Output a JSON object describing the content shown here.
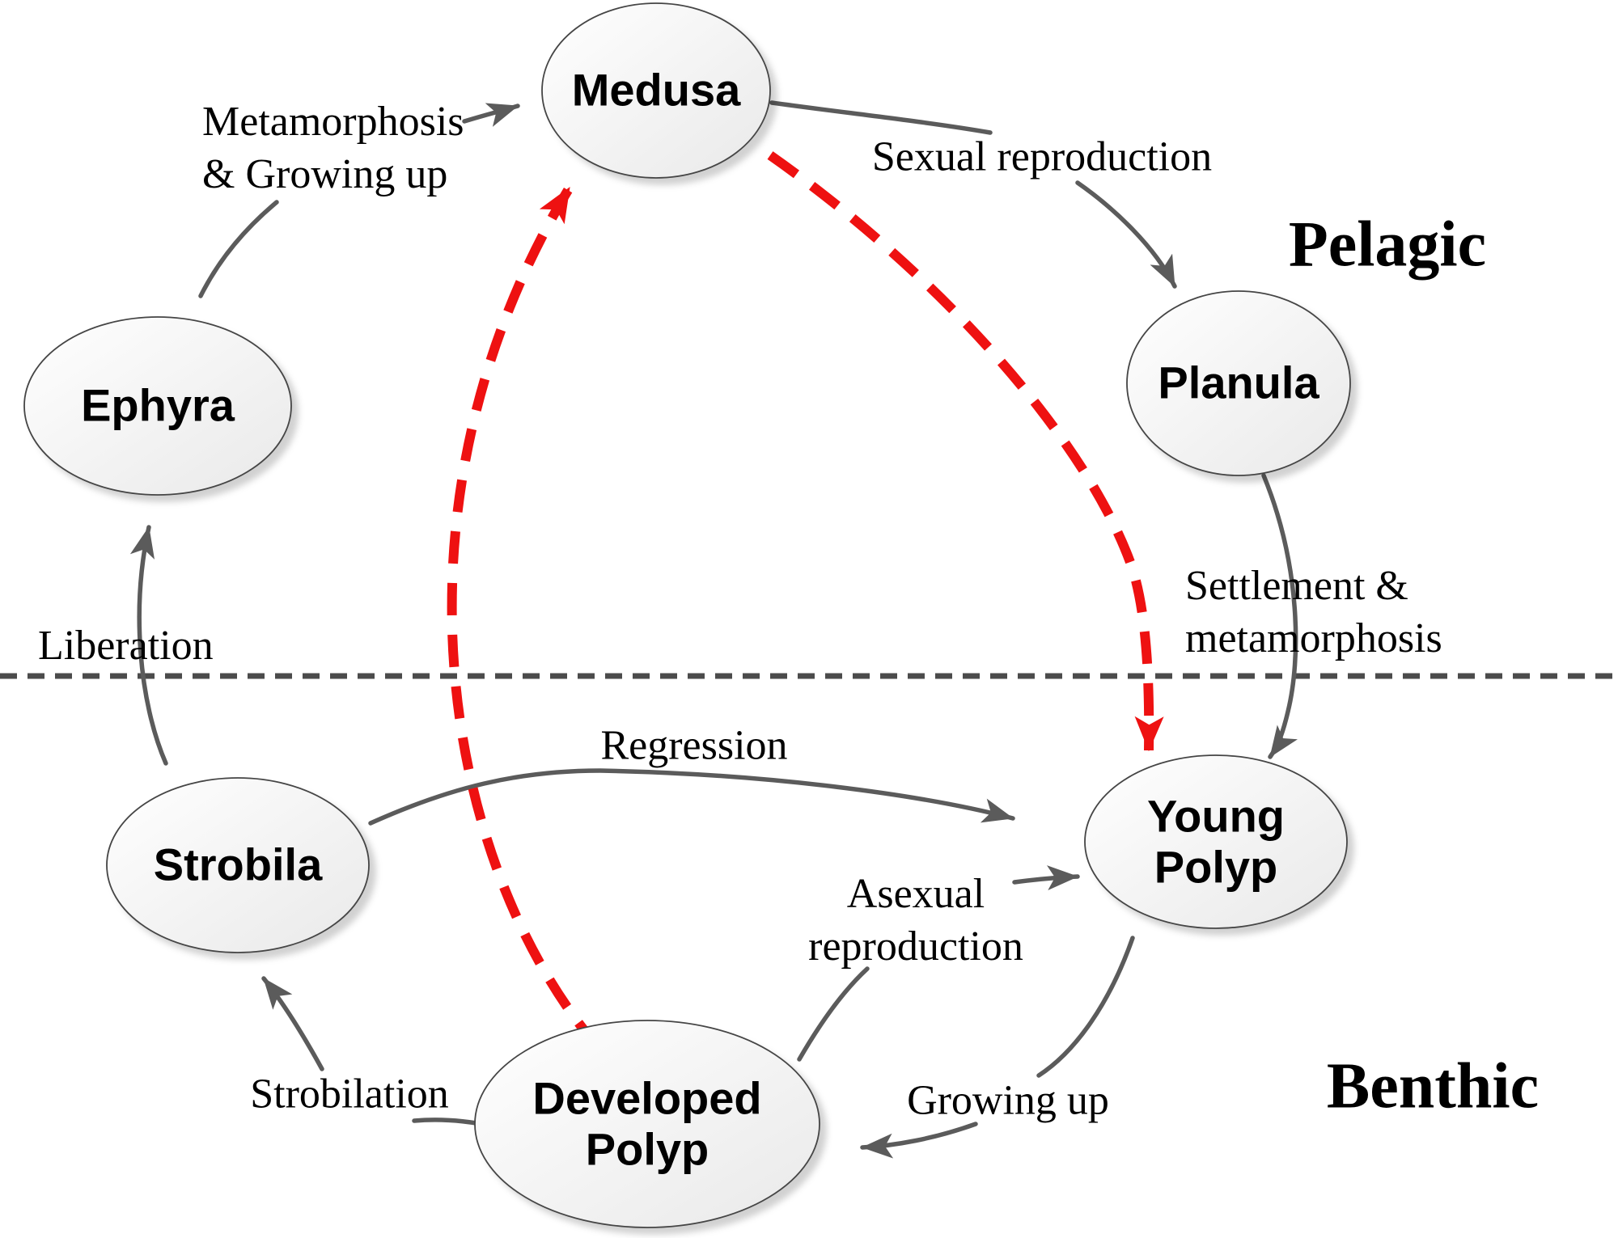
{
  "diagram_type": "life-cycle",
  "zones": {
    "pelagic": "Pelagic",
    "benthic": "Benthic"
  },
  "nodes": [
    {
      "id": "medusa",
      "label": "Medusa"
    },
    {
      "id": "planula",
      "label": "Planula"
    },
    {
      "id": "young-polyp",
      "label": "Young\nPolyp"
    },
    {
      "id": "developed-polyp",
      "label": "Developed\nPolyp"
    },
    {
      "id": "strobila",
      "label": "Strobila"
    },
    {
      "id": "ephyra",
      "label": "Ephyra"
    }
  ],
  "edges": [
    {
      "from": "ephyra",
      "to": "medusa",
      "label": "Metamorphosis\n& Growing up",
      "style": "gray-solid"
    },
    {
      "from": "medusa",
      "to": "planula",
      "label": "Sexual reproduction",
      "style": "gray-solid"
    },
    {
      "from": "planula",
      "to": "young-polyp",
      "label": "Settlement &\nmetamorphosis",
      "style": "gray-solid"
    },
    {
      "from": "strobila",
      "to": "ephyra",
      "label": "Liberation",
      "style": "gray-solid"
    },
    {
      "from": "strobila",
      "to": "young-polyp",
      "label": "Regression",
      "style": "gray-solid"
    },
    {
      "from": "developed-polyp",
      "to": "strobila",
      "label": "Strobilation",
      "style": "gray-solid"
    },
    {
      "from": "developed-polyp",
      "to": "young-polyp",
      "label": "Asexual\nreproduction",
      "style": "gray-solid"
    },
    {
      "from": "young-polyp",
      "to": "developed-polyp",
      "label": "Growing up",
      "style": "gray-solid"
    },
    {
      "from": "developed-polyp",
      "to": "medusa",
      "label": "",
      "style": "red-dashed"
    },
    {
      "from": "medusa",
      "to": "young-polyp",
      "label": "",
      "style": "red-dashed"
    }
  ],
  "divider": {
    "meaning": "boundary between Pelagic and Benthic zones",
    "style": "gray-dashed"
  },
  "colors": {
    "red_arrow": "#ee1111",
    "gray_arrow": "#5b5b5b",
    "divider": "#4b4b4b",
    "node_border": "#454545",
    "node_fill_top": "#ffffff",
    "node_fill_bottom": "#e9e9e9",
    "text": "#000000",
    "bg": "#ffffff"
  }
}
